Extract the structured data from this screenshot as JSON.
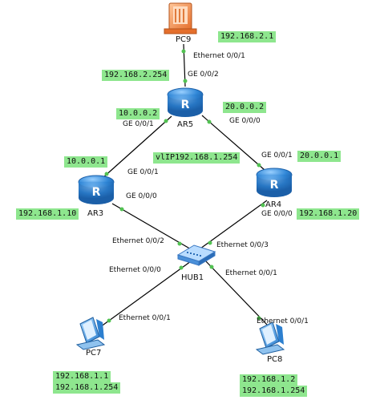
{
  "devices": {
    "pc9": "PC9",
    "ar5": "AR5",
    "ar3": "AR3",
    "ar4": "AR4",
    "hub1": "HUB1",
    "pc7": "PC7",
    "pc8": "PC8"
  },
  "ports": {
    "pc9_eth": "Ethernet 0/0/1",
    "ar5_ge002": "GE 0/0/2",
    "ar5_ge001": "GE 0/0/1",
    "ar5_ge000": "GE 0/0/0",
    "ar3_ge001": "GE 0/0/1",
    "ar3_ge000": "GE 0/0/0",
    "ar4_ge001": "GE 0/0/1",
    "ar4_ge000": "GE 0/0/0",
    "hub_eth002": "Ethernet 0/0/2",
    "hub_eth003": "Ethernet 0/0/3",
    "hub_eth000": "Ethernet 0/0/0",
    "hub_eth001": "Ethernet 0/0/1",
    "pc7_eth": "Ethernet 0/0/1",
    "pc8_eth": "Ethernet 0/0/1"
  },
  "ips": {
    "pc9_ip": "192.168.2.1",
    "ar5_g2": "192.168.2.254",
    "ar5_g1": "10.0.0.2",
    "ar5_g0": "20.0.0.2",
    "ar3_g1": "10.0.0.1",
    "ar4_g1": "20.0.0.1",
    "vip": "vlIP192.168.1.254",
    "ar3_g0": "192.168.1.10",
    "ar4_g0": "192.168.1.20",
    "pc7_ip": "192.168.1.1",
    "pc7_gw": "192.168.1.254",
    "pc8_ip": "192.168.1.2",
    "pc8_gw": "192.168.1.254"
  },
  "colors": {
    "label_bg": "#8ee68e",
    "link": "#000000",
    "port_dot": "#52c252",
    "router_blue": "#2f86d6",
    "pc9_orange": "#f08a4b",
    "pc_blue": "#3a8fd8"
  }
}
